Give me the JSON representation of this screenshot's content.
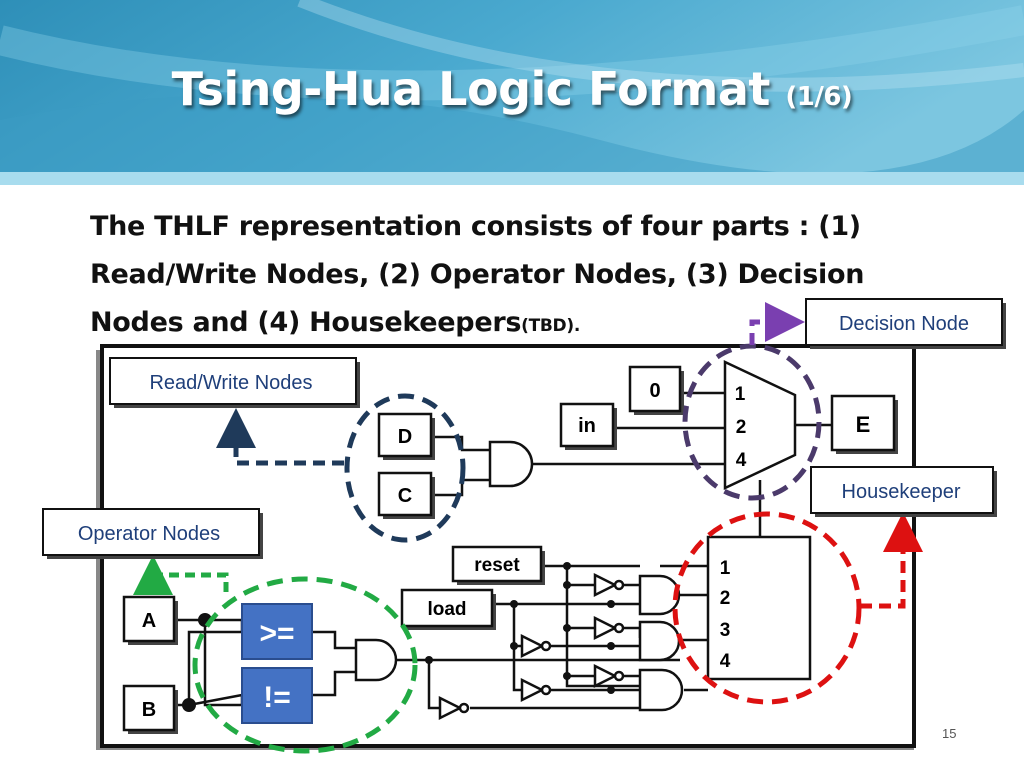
{
  "slide": {
    "title": "Tsing-Hua Logic Format",
    "title_suffix": "(1/6)",
    "body_line1": "The THLF representation consists of four parts : (1)",
    "body_line2": "Read/Write Nodes, (2) Operator Nodes, (3) Decision",
    "body_line3": "Nodes and (4) Housekeepers",
    "body_tbd": "(TBD).",
    "page_number": "15"
  },
  "callouts": {
    "decision_node": "Decision Node",
    "read_write_nodes": "Read/Write Nodes",
    "operator_nodes": "Operator Nodes",
    "housekeeper": "Housekeeper"
  },
  "nodes": {
    "zero": "0",
    "in": "in",
    "e": "E",
    "d": "D",
    "c": "C",
    "reset": "reset",
    "load": "load",
    "a": "A",
    "b": "B",
    "ge": ">=",
    "ne": "!="
  },
  "mux_inputs": [
    "1",
    "2",
    "4"
  ],
  "housekeeper_inputs": [
    "1",
    "2",
    "3",
    "4"
  ],
  "colors": {
    "decision_circle": "#4b3a6b",
    "rw_circle": "#1f3a5a",
    "operator_circle": "#22aa44",
    "housekeeper_circle": "#dd1111",
    "decision_arrow": "#7a3fb0",
    "rw_arrow": "#1f3a5a",
    "operator_arrow": "#22aa44",
    "housekeeper_arrow": "#dd1111",
    "callout_text": "#1f3f7a",
    "operator_fill": "#4472c4"
  }
}
